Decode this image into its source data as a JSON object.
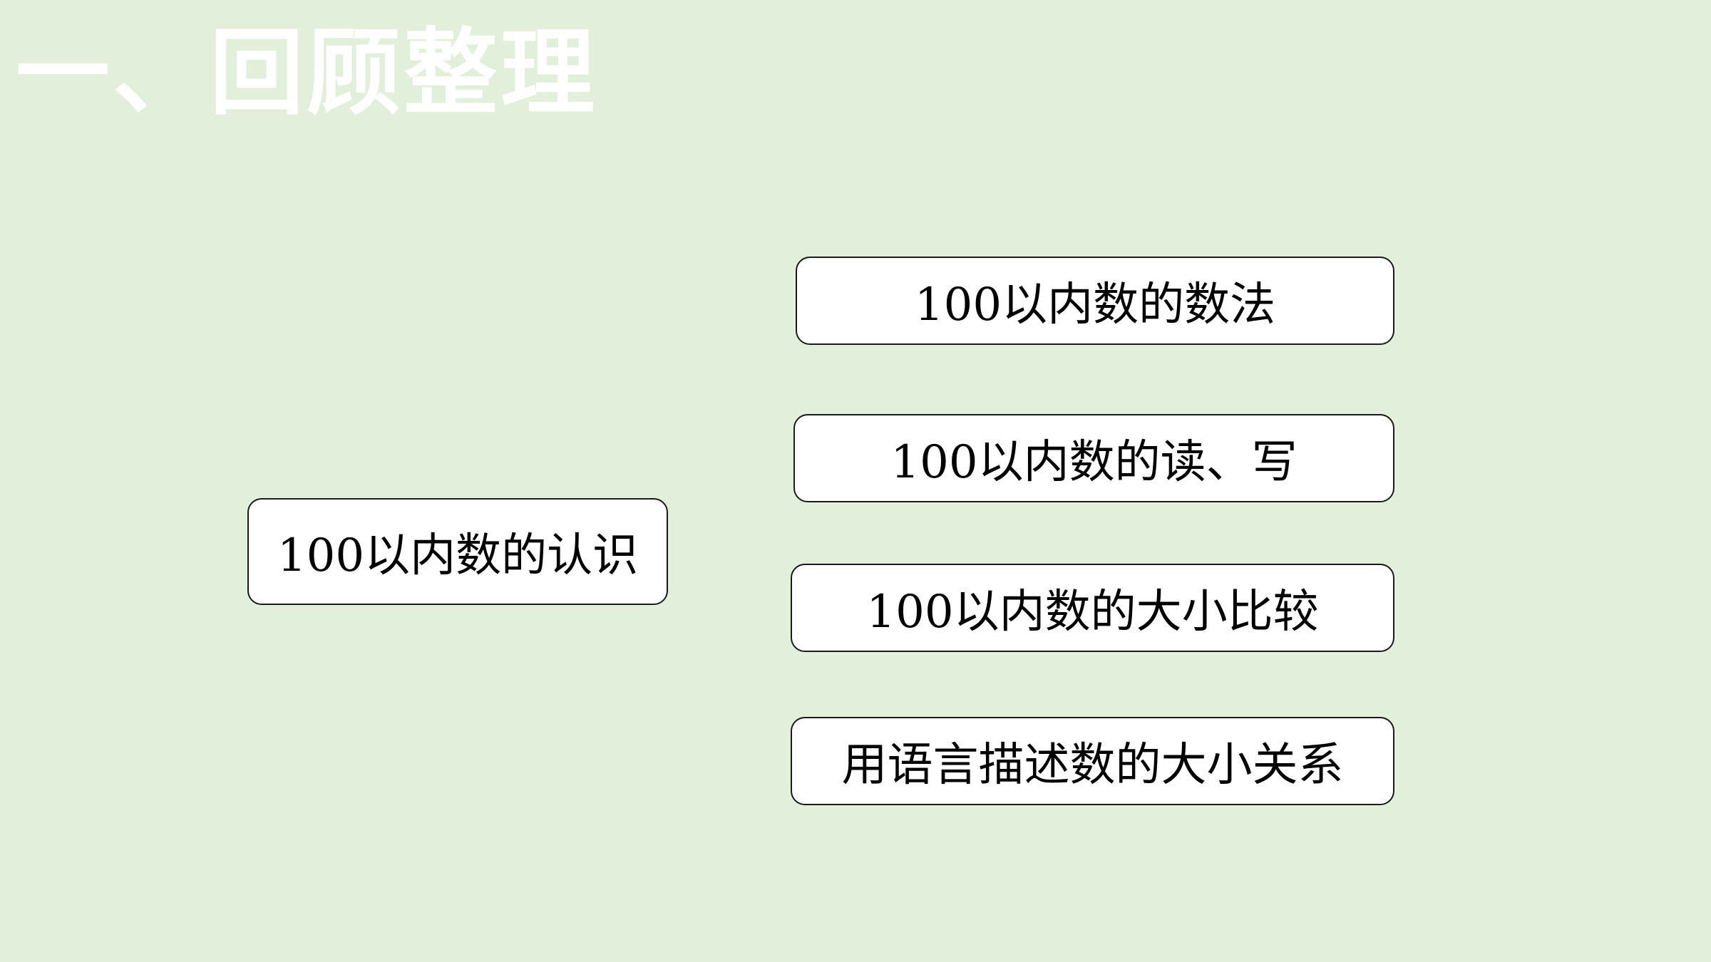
{
  "slide": {
    "title": "一、回顾整理",
    "background_color": "#e2efda",
    "title_color": "#ffffff"
  },
  "diagram": {
    "root": "100以内数的认识",
    "branches": [
      "100以内数的数法",
      "100以内数的读、写",
      "100以内数的大小比较",
      "用语言描述数的大小关系"
    ]
  }
}
